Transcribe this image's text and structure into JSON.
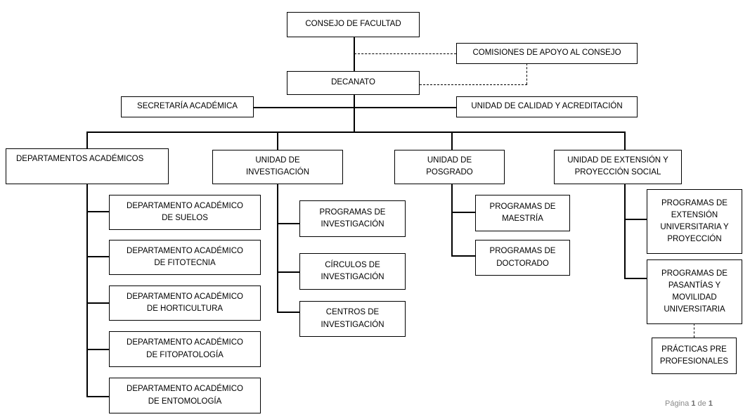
{
  "diagram": {
    "consejo": "CONSEJO DE FACULTAD",
    "comisiones": "COMISIONES DE APOYO AL CONSEJO",
    "decanato": "DECANATO",
    "secretaria": "SECRETARÍA ACADÉMICA",
    "calidad": "UNIDAD DE CALIDAD Y ACREDITACIÓN",
    "departamentos": "DEPARTAMENTOS ACADÉMICOS",
    "investigacion": "UNIDAD DE\nINVESTIGACIÓN",
    "posgrado": "UNIDAD DE\nPOSGRADO",
    "extension": "UNIDAD DE EXTENSIÓN Y\nPROYECCIÓN SOCIAL",
    "dept_suelos": "DEPARTAMENTO ACADÉMICO\nDE SUELOS",
    "dept_fitotecnia": "DEPARTAMENTO ACADÉMICO\nDE FITOTECNIA",
    "dept_horticultura": "DEPARTAMENTO ACADÉMICO\nDE HORTICULTURA",
    "dept_fitopatologia": "DEPARTAMENTO ACADÉMICO\nDE FITOPATOLOGÍA",
    "dept_entomologia": "DEPARTAMENTO ACADÉMICO\nDE ENTOMOLOGÍA",
    "prog_investigacion": "PROGRAMAS DE\nINVESTIGACIÓN",
    "circulos": "CÍRCULOS DE\nINVESTIGACIÓN",
    "centros": "CENTROS DE\nINVESTIGACIÓN",
    "maestria": "PROGRAMAS DE\nMAESTRÍA",
    "doctorado": "PROGRAMAS DE\nDOCTORADO",
    "prog_extension": "PROGRAMAS DE\nEXTENSIÓN\nUNIVERSITARIA Y\nPROYECCIÓN",
    "pasantias": "PROGRAMAS DE\nPASANTÍAS Y\nMOVILIDAD\nUNIVERSITARIA",
    "practicas": "PRÁCTICAS PRE\nPROFESIONALES"
  },
  "footer": {
    "page_word": "Página",
    "page_num": "1",
    "of_word": "de",
    "page_total": "1"
  }
}
